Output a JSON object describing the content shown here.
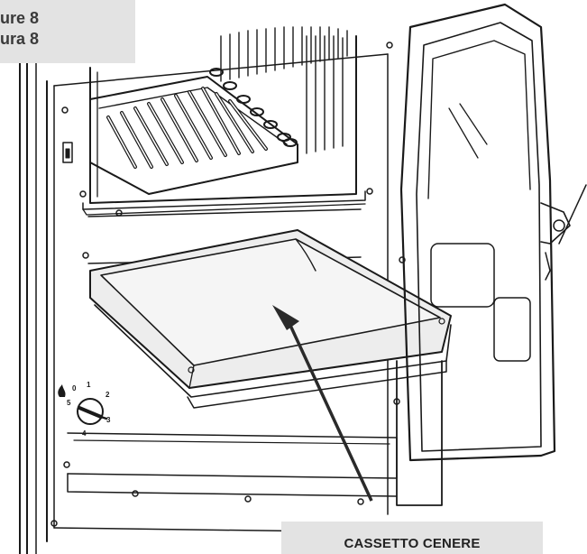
{
  "figure": {
    "label_line1": "ure 8",
    "label_line2": "ura 8"
  },
  "callout": {
    "text": "CASSETTO CENERE"
  },
  "dial": {
    "numbers": [
      "0",
      "1",
      "2",
      "3",
      "4",
      "5"
    ]
  },
  "colors": {
    "line": "#1a1a1a",
    "label_bg": "#e3e3e3",
    "tray_fill": "#ededed"
  },
  "icons": [
    "flame-icon",
    "screw-icon",
    "arrow-icon"
  ]
}
